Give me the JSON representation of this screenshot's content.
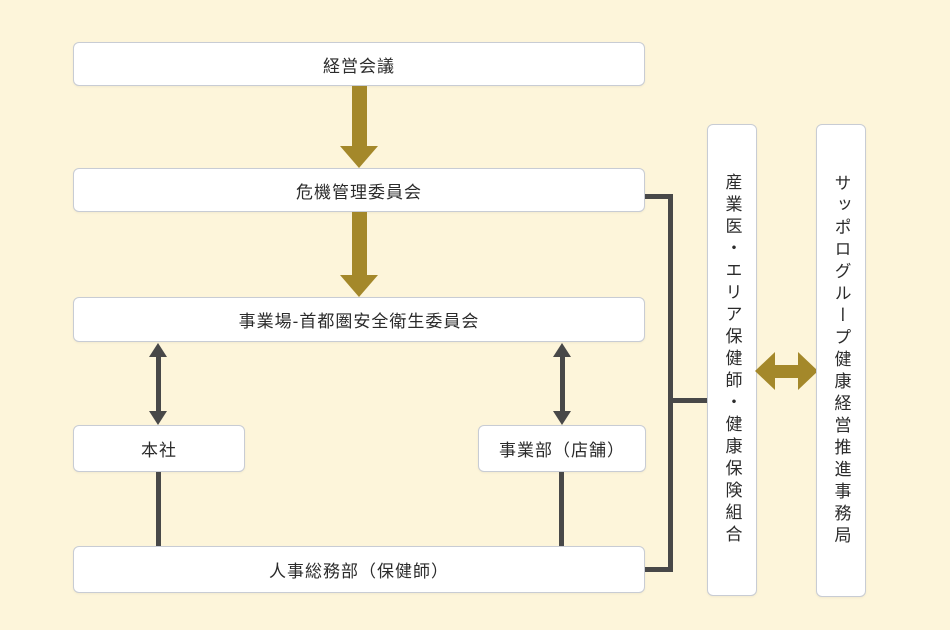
{
  "diagram": {
    "nodes": {
      "management_meeting": "経営会議",
      "crisis_management_committee": "危機管理委員会",
      "worksite_safety_committee": "事業場-首都圏安全衛生委員会",
      "head_office": "本社",
      "business_division": "事業部（店舗）",
      "hr_general_affairs": "人事総務部（保健師）",
      "occupational_health_group": "産業医・エリア保健師・健康保険組合",
      "sapporo_group_office": "サッポログループ健康経営推進事務局"
    },
    "colors": {
      "background": "#fdf5da",
      "box_fill": "#ffffff",
      "box_border": "#c8ccd4",
      "gold_arrow": "#a4882a",
      "dark_arrow": "#484848",
      "text": "#2b2b2b"
    },
    "icons": {
      "flow_arrow": "down-arrow-icon",
      "mutual_vertical": "up-down-arrow-icon",
      "mutual_horizontal": "left-right-arrow-icon"
    }
  }
}
